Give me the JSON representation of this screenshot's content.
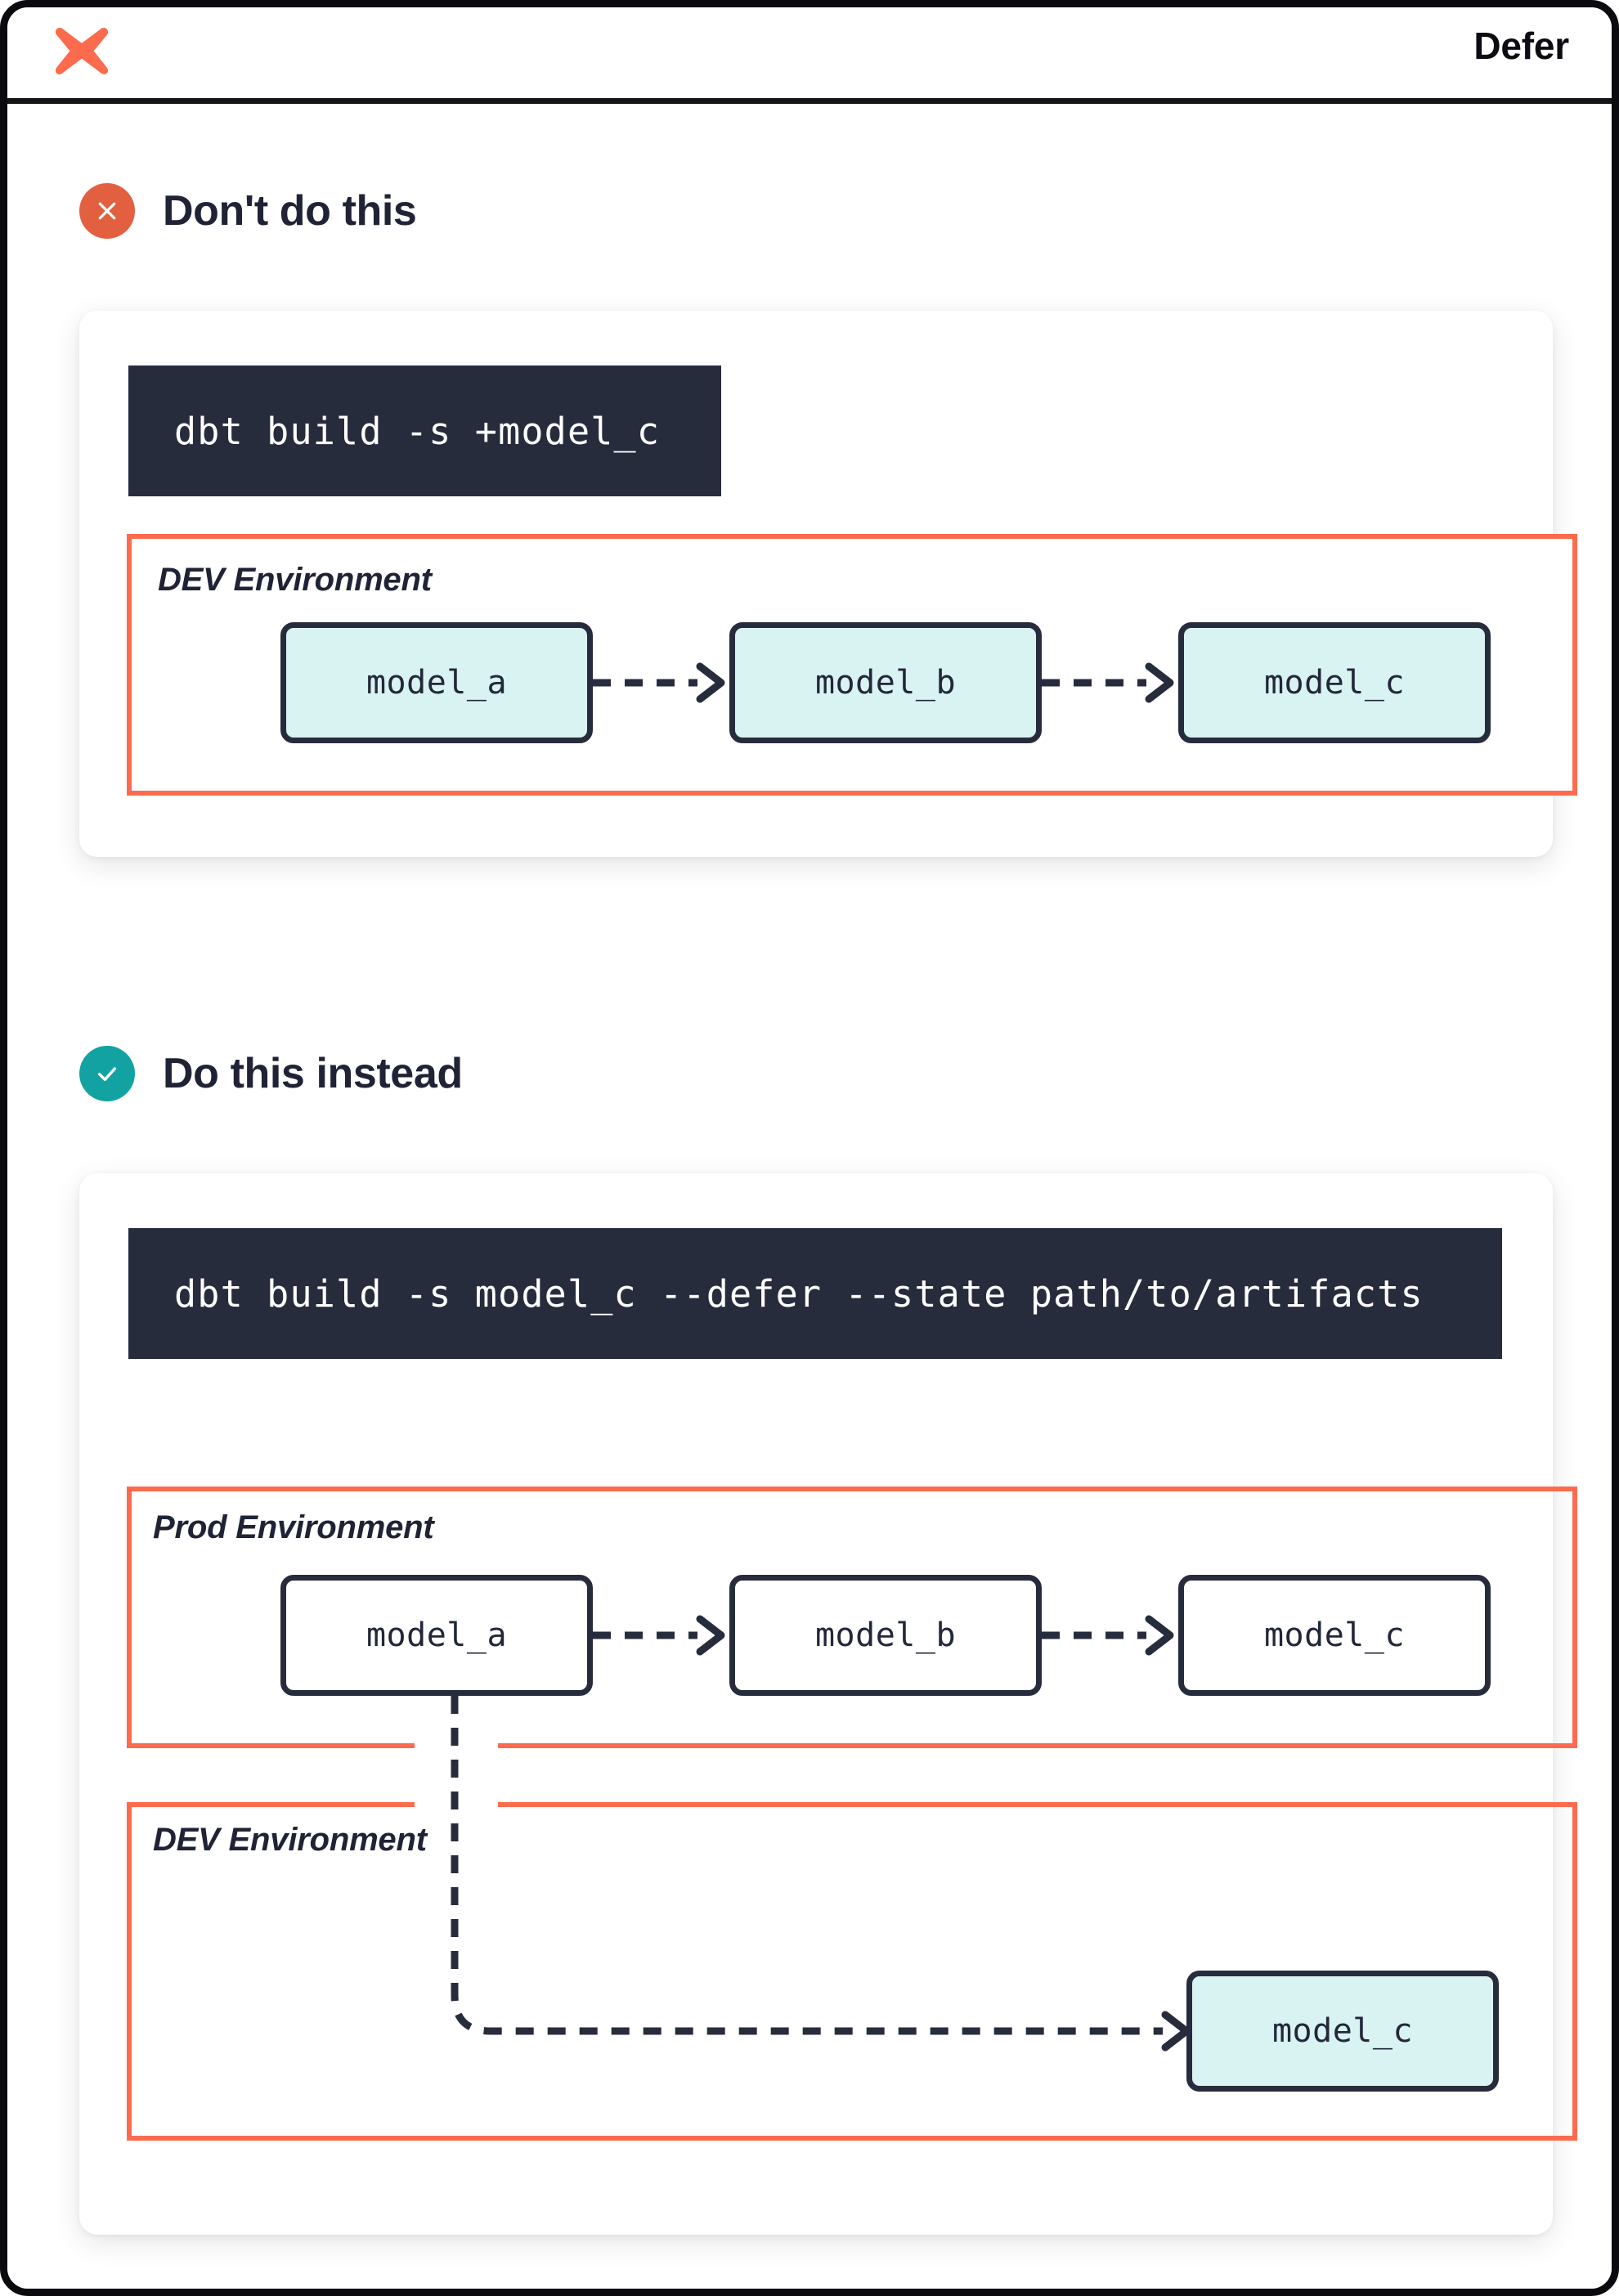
{
  "header": {
    "logo_icon": "dbt-logo-icon",
    "title": "Defer",
    "brand_color": "#fc6b4e"
  },
  "colors": {
    "orange": "#fc6b4e",
    "teal": "#13a2a2",
    "teal_fill": "#d9f2f2",
    "navy": "#272c3d",
    "bad_badge": "#e2603f"
  },
  "sections": [
    {
      "id": "dont",
      "badge_icon": "close-circle-icon",
      "title": "Don't do this",
      "code": "dbt build -s +model_c",
      "environments": [
        {
          "label": "DEV Environment",
          "nodes": [
            {
              "label": "model_a",
              "fill": "teal"
            },
            {
              "label": "model_b",
              "fill": "teal"
            },
            {
              "label": "model_c",
              "fill": "teal"
            }
          ]
        }
      ]
    },
    {
      "id": "do",
      "badge_icon": "check-circle-icon",
      "title": "Do this instead",
      "code": "dbt build -s model_c --defer --state path/to/artifacts",
      "environments": [
        {
          "label": "Prod Environment",
          "nodes": [
            {
              "label": "model_a",
              "fill": "white"
            },
            {
              "label": "model_b",
              "fill": "white"
            },
            {
              "label": "model_c",
              "fill": "white"
            }
          ]
        },
        {
          "label": "DEV Environment",
          "nodes": [
            {
              "label": "model_c",
              "fill": "teal"
            }
          ]
        }
      ]
    }
  ]
}
